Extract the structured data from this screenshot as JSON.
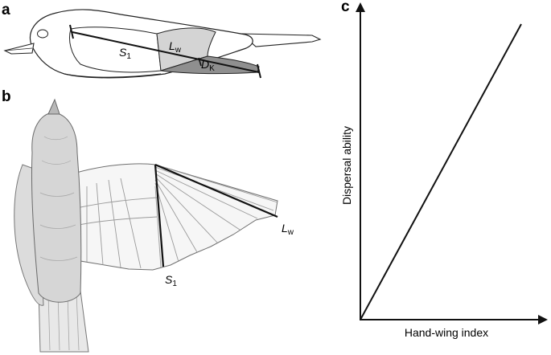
{
  "panels": {
    "a": {
      "letter": "a",
      "labels": {
        "s1": {
          "main": "S",
          "sub": "1"
        },
        "lw": {
          "main": "L",
          "sub": "w"
        },
        "dk": {
          "main": "D",
          "sub": "K"
        }
      }
    },
    "b": {
      "letter": "b",
      "labels": {
        "s1": {
          "main": "S",
          "sub": "1"
        },
        "lw": {
          "main": "L",
          "sub": "w"
        }
      }
    },
    "c": {
      "letter": "c",
      "xlabel": "Hand-wing index",
      "ylabel": "Dispersal ability"
    }
  },
  "colors": {
    "ink": "#111111",
    "wing_light": "#d4d4d4",
    "wing_dark": "#8f8f8f",
    "sketch": "#8a8a8a"
  },
  "chart_data": {
    "type": "line",
    "title": "",
    "xlabel": "Hand-wing index",
    "ylabel": "Dispersal ability",
    "series": [
      {
        "values": [
          [
            0,
            0
          ],
          [
            1,
            1
          ]
        ]
      }
    ],
    "axis_ticks": false,
    "grid": false
  }
}
